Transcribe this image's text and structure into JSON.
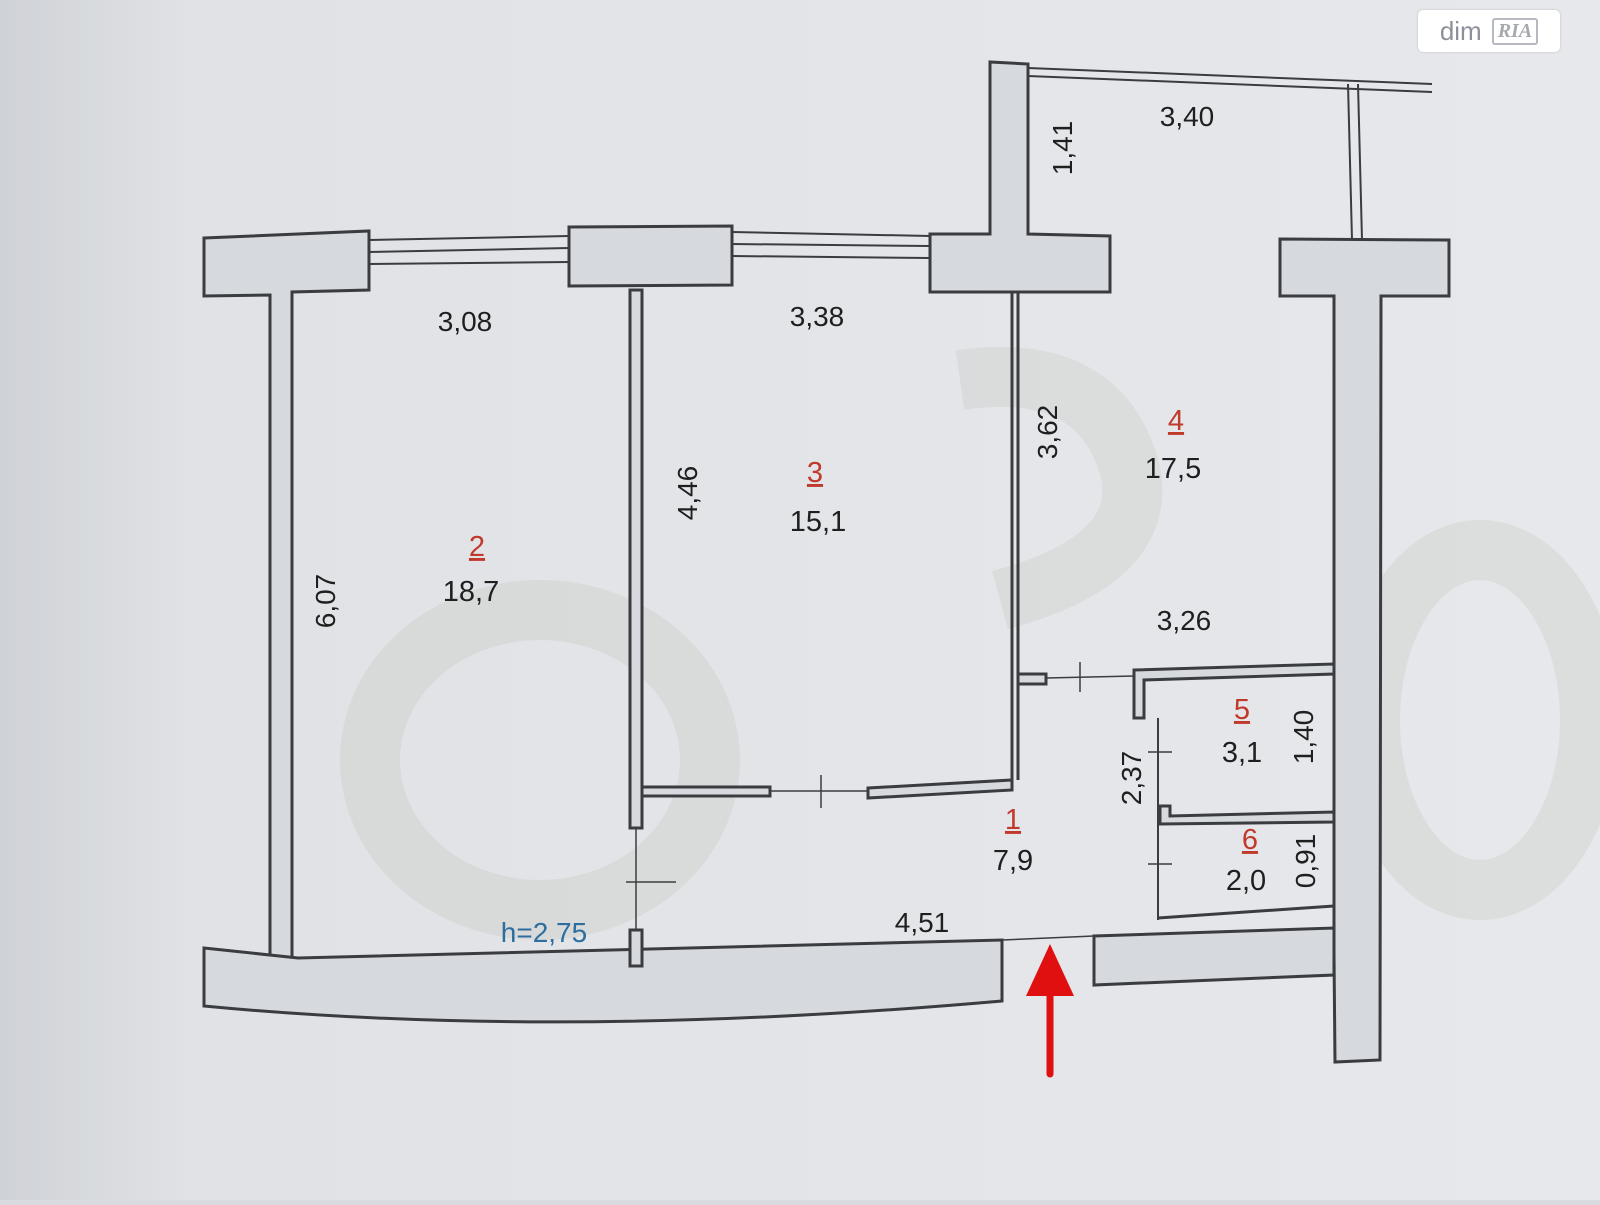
{
  "watermark": {
    "text": "dim",
    "logo": "RIA"
  },
  "ceiling_height": "h=2,75",
  "rooms": [
    {
      "number": "1",
      "area": "7,9"
    },
    {
      "number": "2",
      "area": "18,7"
    },
    {
      "number": "3",
      "area": "15,1"
    },
    {
      "number": "4",
      "area": "17,5"
    },
    {
      "number": "5",
      "area": "3,1"
    },
    {
      "number": "6",
      "area": "2,0"
    }
  ],
  "dimensions": {
    "balcony_width": "3,40",
    "balcony_depth": "1,41",
    "room2_width": "3,08",
    "room2_length": "6,07",
    "room3_width": "3,38",
    "room3_length": "4,46",
    "room4_length": "3,62",
    "room4_width": "3,26",
    "room5_length": "1,40",
    "room6_length": "0,91",
    "hall_length": "2,37",
    "corridor_length": "4,51"
  },
  "colors": {
    "paper": "#e2e4e8",
    "wall_fill": "#d6d9de",
    "wall_stroke": "#3a3c40",
    "room_number": "#c0392b",
    "dimension_text": "#1f1f1f",
    "height_text": "#2e6e9e",
    "arrow": "#e01010"
  }
}
